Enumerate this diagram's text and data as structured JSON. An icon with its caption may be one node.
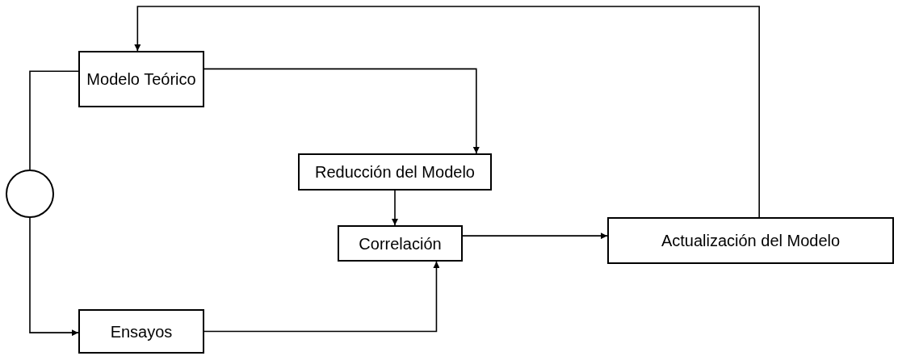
{
  "diagram": {
    "nodes": [
      {
        "text": [
          "Modelo Teórico"
        ]
      },
      {
        "text": [
          "Reducción del Modelo"
        ]
      },
      {
        "text": [],
        "shape": "circle"
      },
      {
        "text": [
          "Correlación"
        ]
      },
      {
        "text": [
          "Actualización del Modelo"
        ]
      },
      {
        "text": [
          "Ensayos"
        ]
      }
    ],
    "edges": [
      {
        "from": 0,
        "to": 1,
        "arrow": "to"
      },
      {
        "from": 1,
        "to": 3,
        "arrow": "to"
      },
      {
        "from": 5,
        "to": 3,
        "arrow": "to"
      },
      {
        "from": 3,
        "to": 4,
        "arrow": "to"
      },
      {
        "from": 4,
        "to": 0,
        "arrow": "to"
      },
      {
        "from": 0,
        "to": 2,
        "arrow": "none"
      },
      {
        "from": 2,
        "to": 5,
        "arrow": "to"
      }
    ]
  }
}
